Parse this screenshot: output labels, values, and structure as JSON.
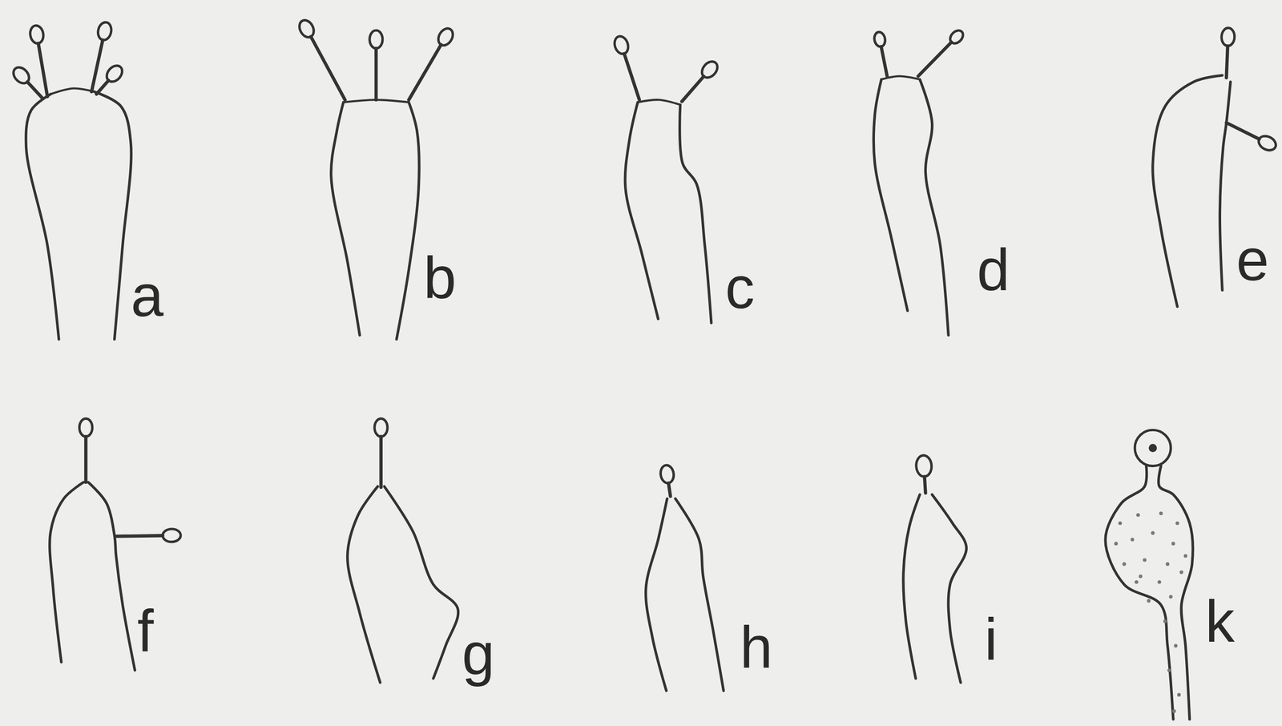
{
  "diagram": {
    "labels": [
      "a",
      "b",
      "c",
      "d",
      "e",
      "f",
      "g",
      "h",
      "i",
      "k"
    ]
  }
}
